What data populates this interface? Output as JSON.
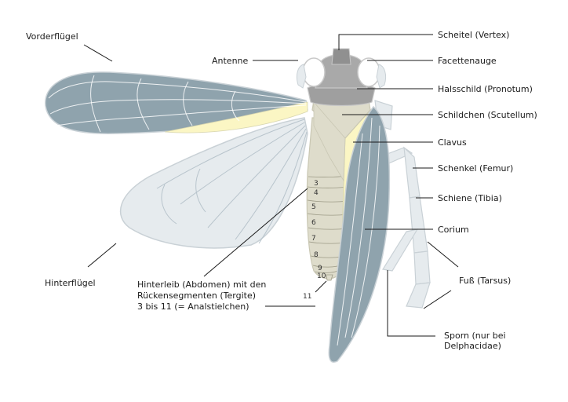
{
  "labels": {
    "vorderfluegel": "Vorderflügel",
    "hinterfluegel": "Hinterflügel",
    "antenne": "Antenne",
    "scheitel": "Scheitel (Vertex)",
    "facettenauge": "Facettenauge",
    "halsschild": "Halsschild (Pronotum)",
    "schildchen": "Schildchen (Scutellum)",
    "clavus": "Clavus",
    "schenkel": "Schenkel (Femur)",
    "schiene": "Schiene (Tibia)",
    "corium": "Corium",
    "fuss": "Fuß (Tarsus)",
    "sporn_line1": "Sporn (nur bei",
    "sporn_line2": "Delphacidae)",
    "abdomen_line1": "Hinterleib (Abdomen) mit den",
    "abdomen_line2": "Rückensegmenten (Tergite)",
    "abdomen_line3": "3 bis 11 (= Analstielchen)"
  },
  "segments": [
    "3",
    "4",
    "5",
    "6",
    "7",
    "8",
    "9",
    "10",
    "11"
  ],
  "colors": {
    "forewing": "#8fa3ad",
    "hindwing": "#e6ebee",
    "clavus": "#fbf6c4",
    "abdomen": "#dedccb",
    "head": "#a9a9a9",
    "outline": "#c9d1d6"
  }
}
